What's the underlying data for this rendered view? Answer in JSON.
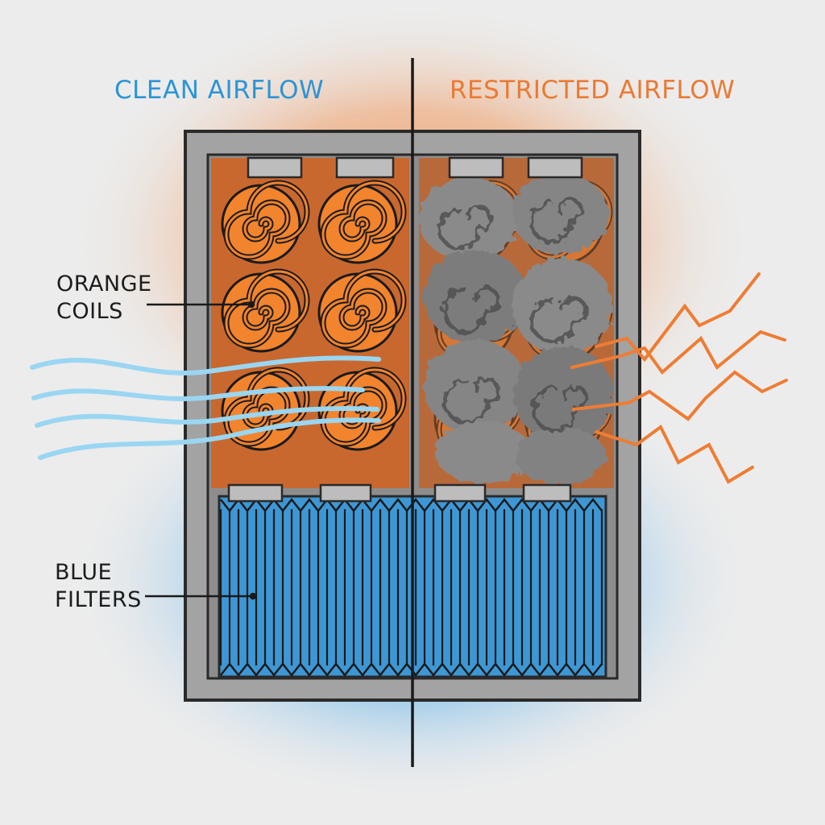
{
  "headings": {
    "left": "CLEAN AIRFLOW",
    "right": "RESTRICTED AIRFLOW"
  },
  "labels": {
    "coils_line1": "ORANGE",
    "coils_line2": "COILS",
    "filters_line1": "BLUE",
    "filters_line2": "FILTERS"
  },
  "colors": {
    "clean_heading": "#2b95d6",
    "restricted_heading": "#ea7a34",
    "coil": "#f2842e",
    "coil_bg": "#c76a32",
    "filter": "#4aa6e2",
    "frame": "#9a9a9a",
    "dust": "#7a7a7a",
    "airflow": "#8fd0f0",
    "heat": "#ee7d34"
  },
  "icons": {
    "clean_airflow": "wavy-airflow-lines-icon",
    "restricted_airflow": "zigzag-heat-lines-icon"
  }
}
